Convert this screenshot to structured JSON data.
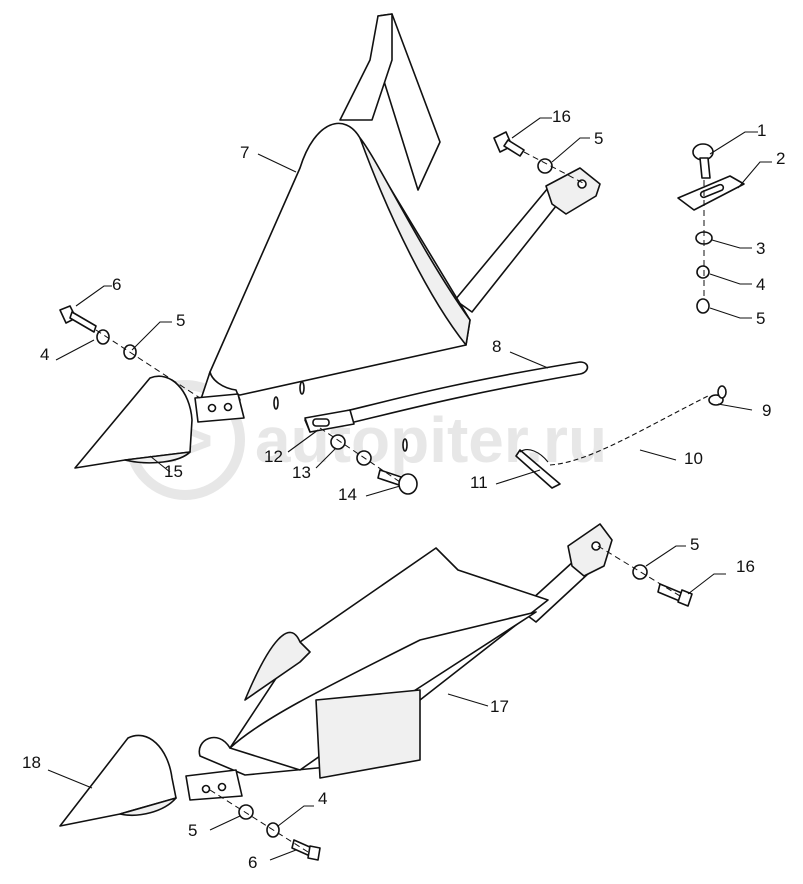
{
  "watermark": {
    "text": "autopiter.ru",
    "logo_glyph": "a>"
  },
  "labels": {
    "l1": "1",
    "l2": "2",
    "l3": "3",
    "l4a": "4",
    "l5a": "5",
    "l5b": "5",
    "l16a": "16",
    "l7": "7",
    "l6a": "6",
    "l5c": "5",
    "l4b": "4",
    "l8": "8",
    "l9": "9",
    "l10": "10",
    "l11": "11",
    "l12": "12",
    "l13": "13",
    "l14": "14",
    "l15": "15",
    "l5d": "5",
    "l16b": "16",
    "l17": "17",
    "l18": "18",
    "l4c": "4",
    "l5e": "5",
    "l6b": "6"
  },
  "colors": {
    "line": "#111111",
    "watermark": "#d4d4d4"
  }
}
